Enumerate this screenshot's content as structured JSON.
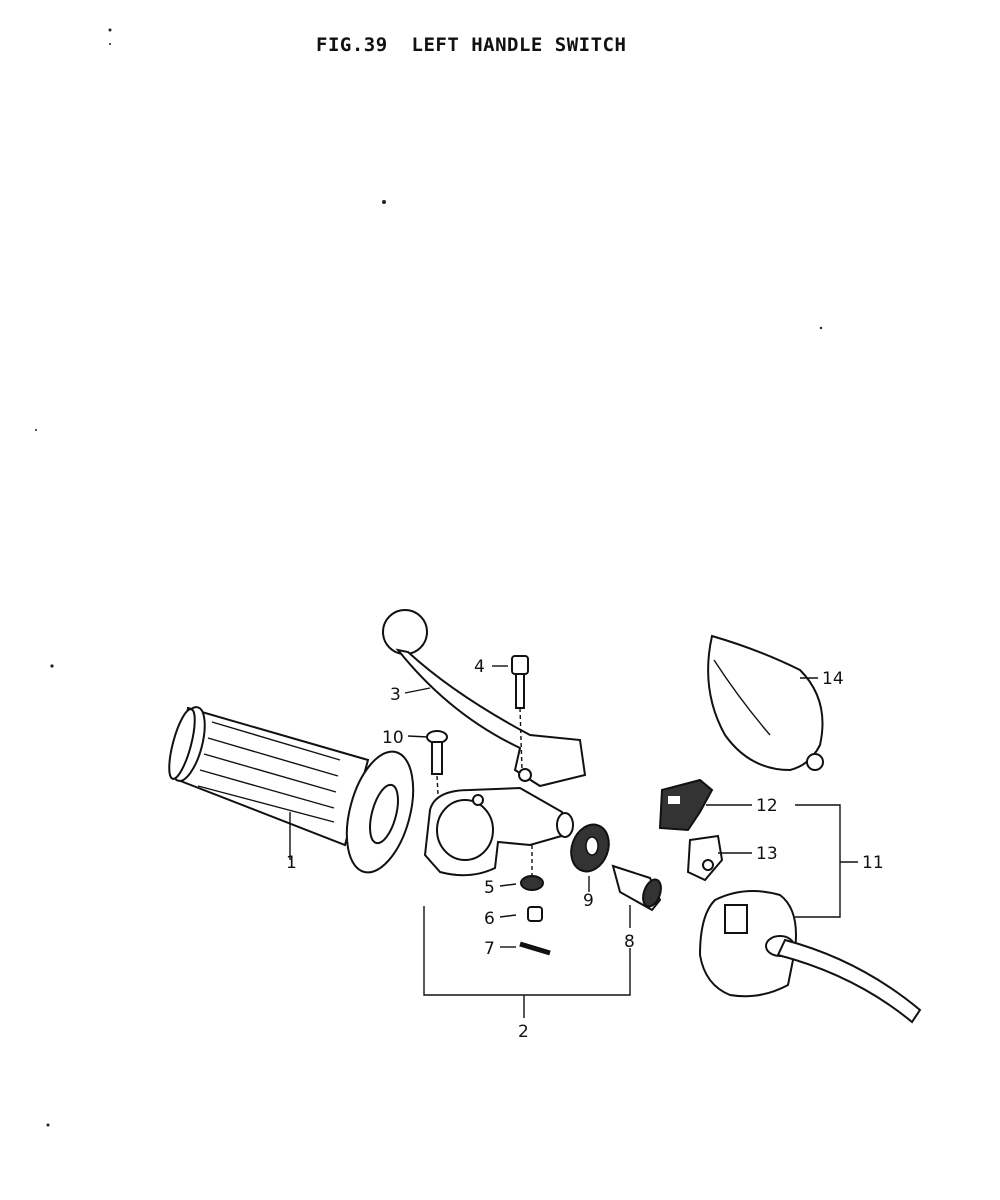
{
  "title": "FIG.39  LEFT HANDLE SWITCH",
  "callouts": {
    "c1": "1",
    "c2": "2",
    "c3": "3",
    "c4": "4",
    "c5": "5",
    "c6": "6",
    "c7": "7",
    "c8": "8",
    "c9": "9",
    "c10": "10",
    "c11": "11",
    "c12": "12",
    "c13": "13",
    "c14": "14"
  },
  "colors": {
    "ink": "#111111",
    "paper": "#ffffff"
  }
}
